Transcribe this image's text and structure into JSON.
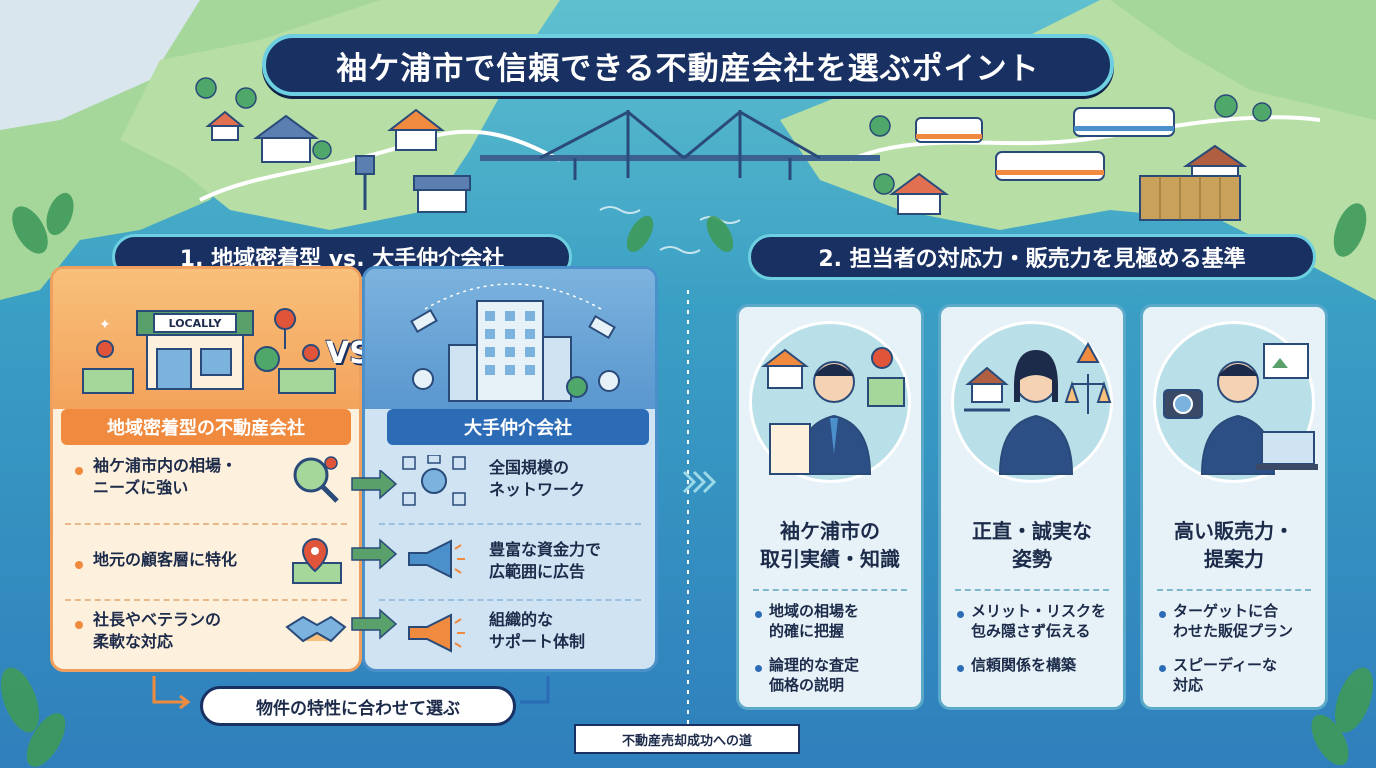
{
  "title": "袖ケ浦市で信頼できる不動産会社を選ぶポイント",
  "section1": {
    "heading": "1. 地域密着型 vs. 大手仲介会社",
    "vs_label": "VS",
    "local": {
      "sign": "LOCALLY",
      "label": "地域密着型の不動産会社",
      "items": [
        {
          "line1": "袖ケ浦市内の相場・",
          "line2": "ニーズに強い"
        },
        {
          "line1": "地元の顧客層に特化",
          "line2": ""
        },
        {
          "line1": "社長やベテランの",
          "line2": "柔軟な対応"
        }
      ]
    },
    "major": {
      "label": "大手仲介会社",
      "items": [
        {
          "line1": "全国規模の",
          "line2": "ネットワーク"
        },
        {
          "line1": "豊富な資金力で",
          "line2": "広範囲に広告"
        },
        {
          "line1": "組織的な",
          "line2": "サポート体制"
        }
      ]
    },
    "conclusion": "物件の特性に合わせて選ぶ"
  },
  "section2": {
    "heading": "2. 担当者の対応力・販売力を見極める基準",
    "cards": [
      {
        "title1": "袖ケ浦市の",
        "title2": "取引実績・知識",
        "items": [
          {
            "line1": "地域の相場を",
            "line2": "的確に把握"
          },
          {
            "line1": "論理的な査定",
            "line2": "価格の説明"
          }
        ]
      },
      {
        "title1": "正直・誠実な",
        "title2": "姿勢",
        "items": [
          {
            "line1": "メリット・リスクを",
            "line2": "包み隠さず伝える"
          },
          {
            "line1": "信頼関係を構築",
            "line2": ""
          }
        ]
      },
      {
        "title1": "高い販売力・",
        "title2": "提案力",
        "items": [
          {
            "line1": "ターゲットに合",
            "line2": "わせた販促プラン"
          },
          {
            "line1": "スピーディーな",
            "line2": "対応"
          }
        ]
      }
    ]
  },
  "footer_label": "不動産売却成功への道",
  "colors": {
    "navy": "#183062",
    "orange": "#f08a3e",
    "blue": "#2c6cb7",
    "teal_border": "#6dcfe0"
  }
}
